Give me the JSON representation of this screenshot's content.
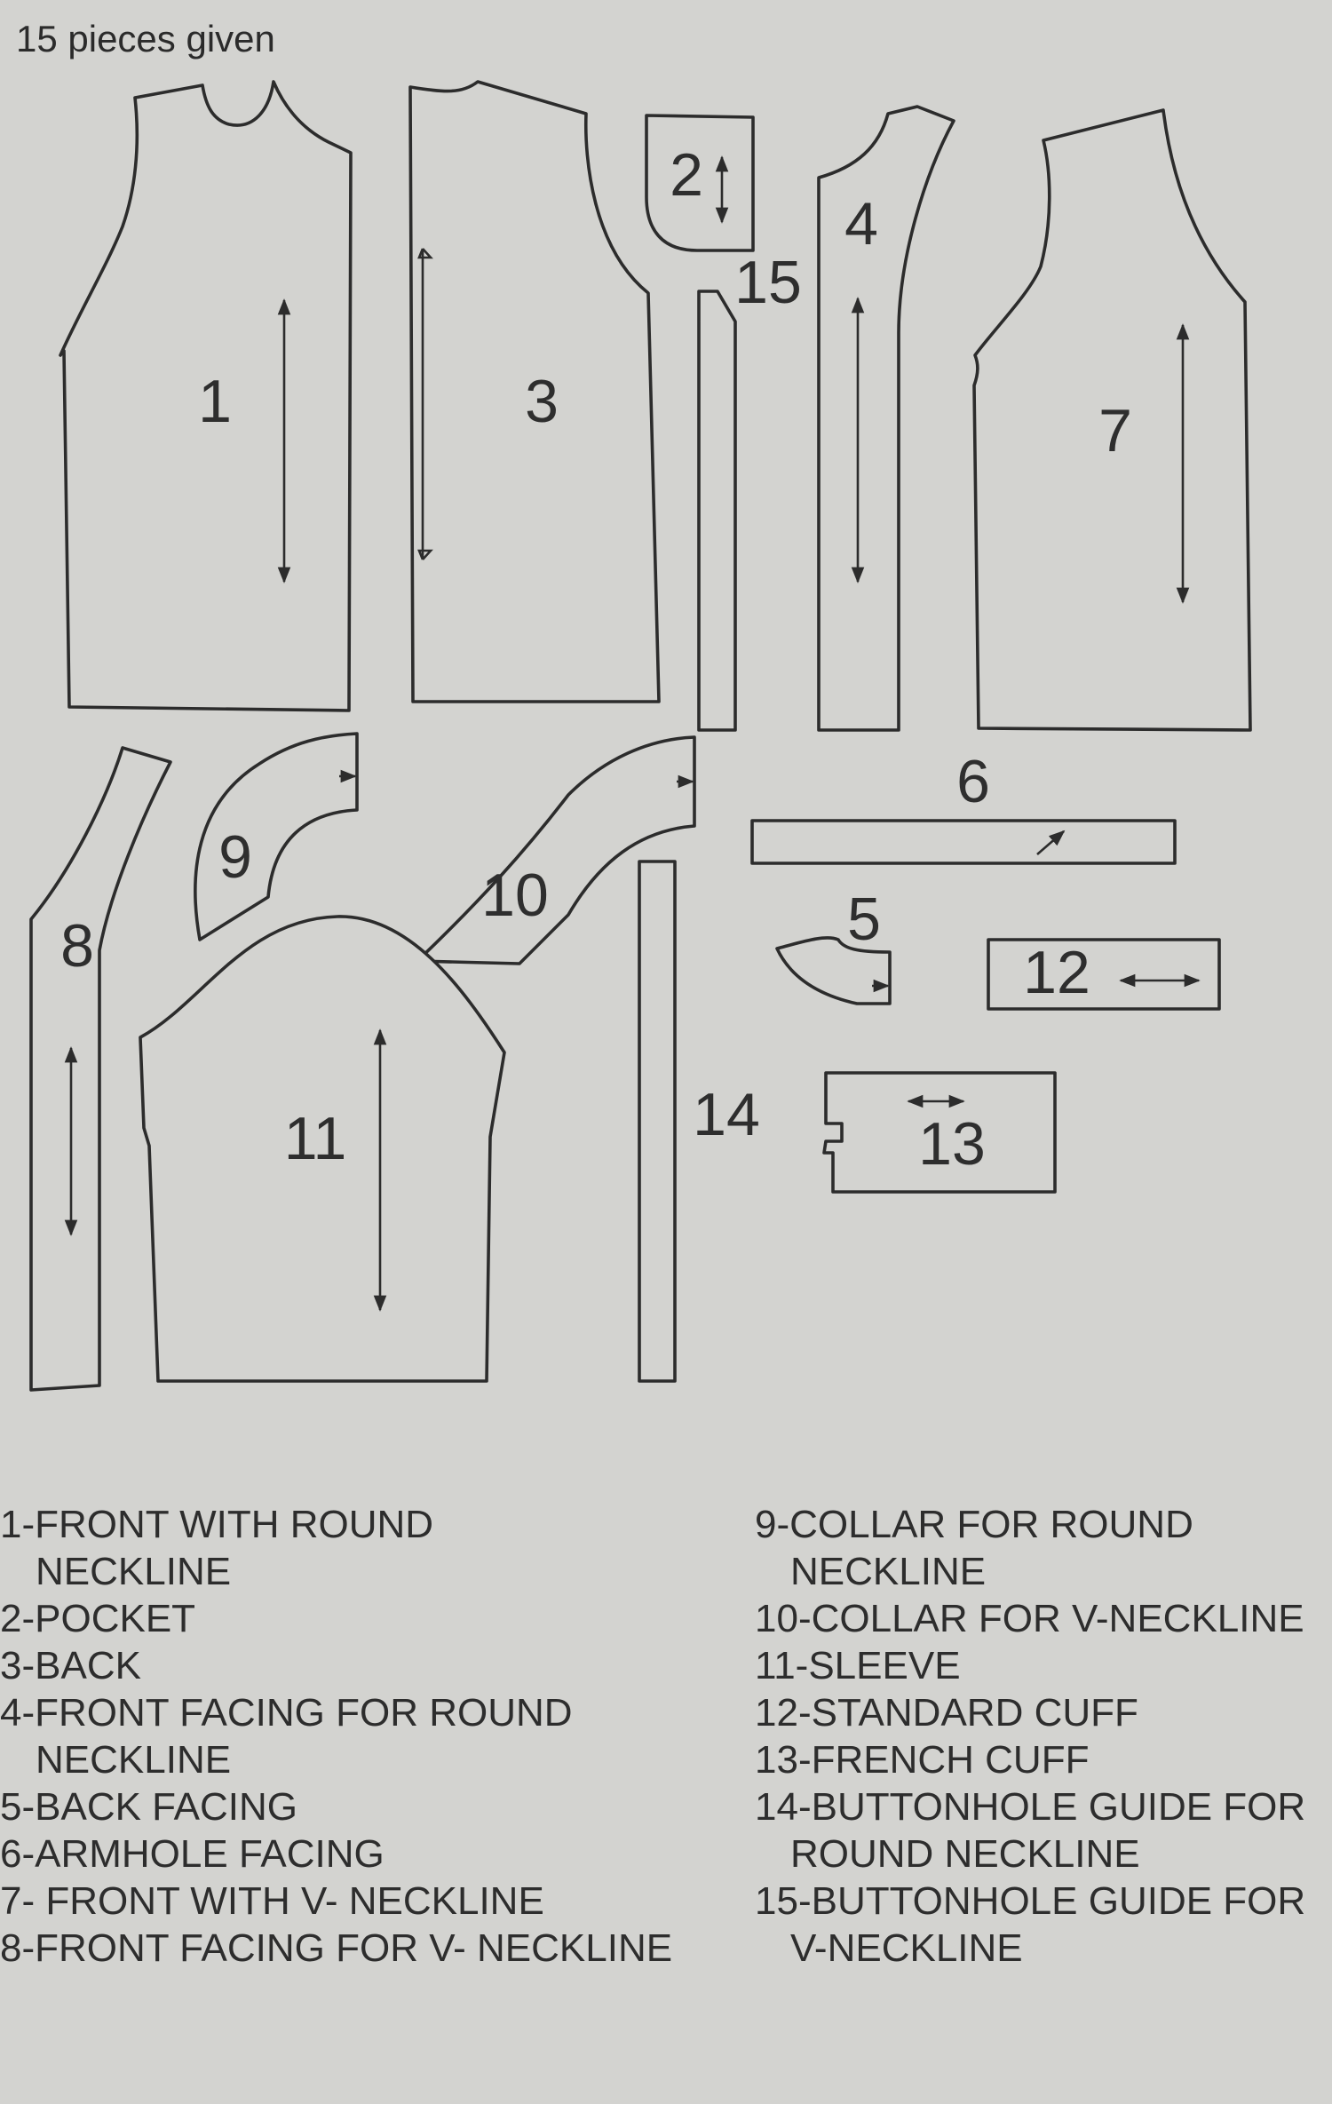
{
  "header": "15 pieces given",
  "pieces": [
    "1",
    "2",
    "3",
    "4",
    "5",
    "6",
    "7",
    "8",
    "9",
    "10",
    "11",
    "12",
    "13",
    "14",
    "15"
  ],
  "legend": {
    "left": [
      {
        "label": "1-FRONT WITH ROUND",
        "cont": "NECKLINE"
      },
      {
        "label": "2-POCKET"
      },
      {
        "label": "3-BACK"
      },
      {
        "label": "4-FRONT FACING FOR ROUND",
        "cont": "NECKLINE"
      },
      {
        "label": "5-BACK FACING"
      },
      {
        "label": "6-ARMHOLE FACING"
      },
      {
        "label": "7- FRONT WITH V- NECKLINE"
      },
      {
        "label": "8-FRONT FACING FOR V- NECKLINE"
      }
    ],
    "right": [
      {
        "label": "9-COLLAR FOR ROUND",
        "cont": "NECKLINE"
      },
      {
        "label": "10-COLLAR FOR V-NECKLINE"
      },
      {
        "label": "11-SLEEVE"
      },
      {
        "label": "12-STANDARD CUFF"
      },
      {
        "label": "13-FRENCH CUFF"
      },
      {
        "label": "14-BUTTONHOLE GUIDE FOR",
        "cont": "ROUND NECKLINE"
      },
      {
        "label": "15-BUTTONHOLE GUIDE FOR",
        "cont": "V-NECKLINE"
      }
    ]
  }
}
